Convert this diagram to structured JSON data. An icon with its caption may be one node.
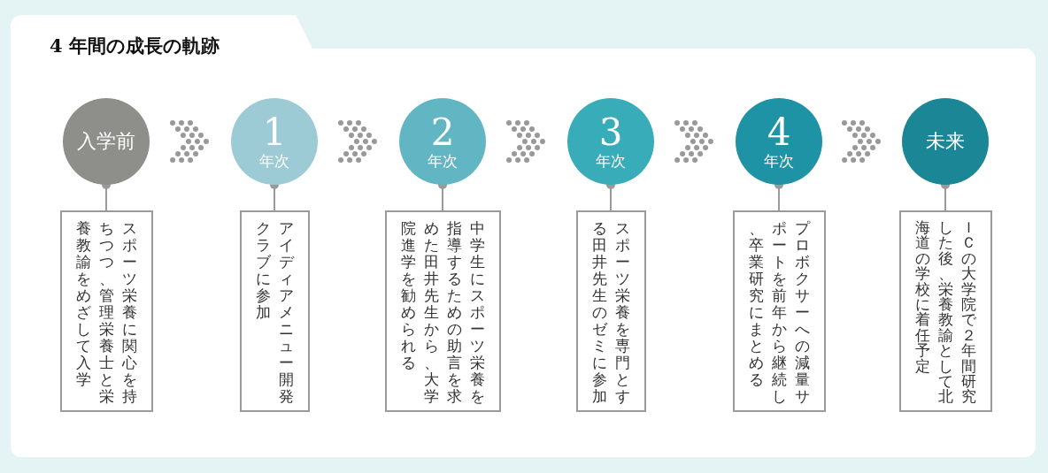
{
  "diagram": {
    "title": "4 年間の成長の軌跡",
    "nodes": [
      {
        "text": [
          "入学前"
        ]
      },
      {
        "text": [
          "1",
          "年次"
        ]
      },
      {
        "text": [
          "2",
          "年次"
        ]
      },
      {
        "text": [
          "3",
          "年次"
        ]
      },
      {
        "text": [
          "4",
          "年次"
        ]
      },
      {
        "text": [
          "未来"
        ]
      },
      {
        "text": [
          "スポーツ栄養に関心を持ちつつ、管理栄養士と栄養教諭をめざして入学"
        ]
      },
      {
        "text": [
          "アイディアメニュー開発クラブに参加"
        ]
      },
      {
        "text": [
          "中学生にスポーツ栄養を指導するための助言を求めた田井先生から、大学院進学を勧められる"
        ]
      },
      {
        "text": [
          "スポーツ栄養を専門とする田井先生のゼミに参加"
        ]
      },
      {
        "text": [
          "プロボクサーへの減量サポートを前年から継続し、卒業研究にまとめる"
        ]
      },
      {
        "text": [
          "ＩＣの大学院で２年間研究した後、栄養教諭として北海道の学校に着任予定"
        ]
      }
    ],
    "edges": [
      {
        "from": 0,
        "to": 1,
        "arrow": "to",
        "style": "dashed"
      },
      {
        "from": 1,
        "to": 2,
        "arrow": "to",
        "style": "dashed"
      },
      {
        "from": 2,
        "to": 3,
        "arrow": "to",
        "style": "dashed"
      },
      {
        "from": 3,
        "to": 4,
        "arrow": "to",
        "style": "dashed"
      },
      {
        "from": 4,
        "to": 5,
        "arrow": "to",
        "style": "dashed"
      },
      {
        "from": 0,
        "to": 6,
        "arrow": "other"
      },
      {
        "from": 1,
        "to": 7,
        "arrow": "other"
      },
      {
        "from": 2,
        "to": 8,
        "arrow": "other"
      },
      {
        "from": 3,
        "to": 9,
        "arrow": "other"
      },
      {
        "from": 4,
        "to": 10,
        "arrow": "other"
      },
      {
        "from": 5,
        "to": 11,
        "arrow": "other"
      }
    ]
  }
}
